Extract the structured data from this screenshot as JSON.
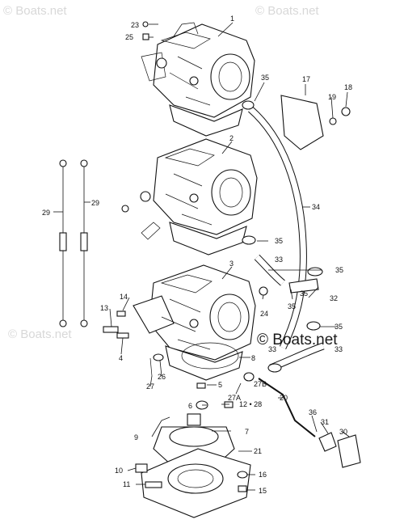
{
  "watermarks": {
    "tl": "© Boats.net",
    "tr": "© Boats.net",
    "ml": "© Boats.net",
    "main": "© Boats.net"
  },
  "callouts": {
    "c1": "1",
    "c2": "2",
    "c3": "3",
    "c4": "4",
    "c5": "5",
    "c6": "6",
    "c7": "7",
    "c8": "8",
    "c9": "9",
    "c10": "10",
    "c11": "11",
    "c12": "12 • 28",
    "c13": "13",
    "c14": "14",
    "c15": "15",
    "c16": "16",
    "c17": "17",
    "c18": "18",
    "c19": "19",
    "c20": "20",
    "c21": "21",
    "c23": "23",
    "c24": "24",
    "c25": "25",
    "c26": "26",
    "c27": "27",
    "c27a": "27A",
    "c27b": "27B",
    "c29a": "29",
    "c29b": "29",
    "c30": "30",
    "c31": "31",
    "c32": "32",
    "c33a": "33",
    "c33b": "33",
    "c33c": "33",
    "c34": "34",
    "c35a": "35",
    "c35b": "35",
    "c35c": "35",
    "c35d": "35",
    "c35e": "35",
    "c35f": "35",
    "c36": "36"
  }
}
